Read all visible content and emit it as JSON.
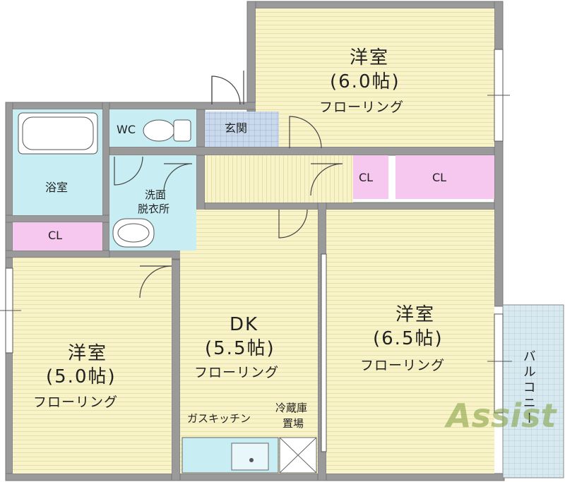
{
  "rooms": {
    "western_top": {
      "name": "洋室",
      "size": "(6.0帖)",
      "floor": "フローリング"
    },
    "western_right": {
      "name": "洋室",
      "size": "(6.5帖)",
      "floor": "フローリング"
    },
    "western_left": {
      "name": "洋室",
      "size": "(5.0帖)",
      "floor": "フローリング"
    },
    "dk": {
      "name": "DK",
      "size": "(5.5帖)",
      "floor": "フローリング"
    },
    "entrance": "玄関",
    "wc": "WC",
    "bath": "浴室",
    "washroom_line1": "洗面",
    "washroom_line2": "脱衣所",
    "closet_left": "CL",
    "closet_hall": "CL",
    "closet_right": "CL",
    "kitchen": "ガスキッチン",
    "fridge_line1": "冷蔵庫",
    "fridge_line2": "置場",
    "balcony": "バルコニー"
  },
  "logo": "Assist",
  "colors": {
    "flooring": "#f8f3c9",
    "wet_area": "#c8eef4",
    "closet": "#f6c8f0",
    "entrance_tile": "#c9d8ea",
    "balcony": "#d9e9f0",
    "wall": "#8a8a8a",
    "logo": "#7f9e3b"
  }
}
